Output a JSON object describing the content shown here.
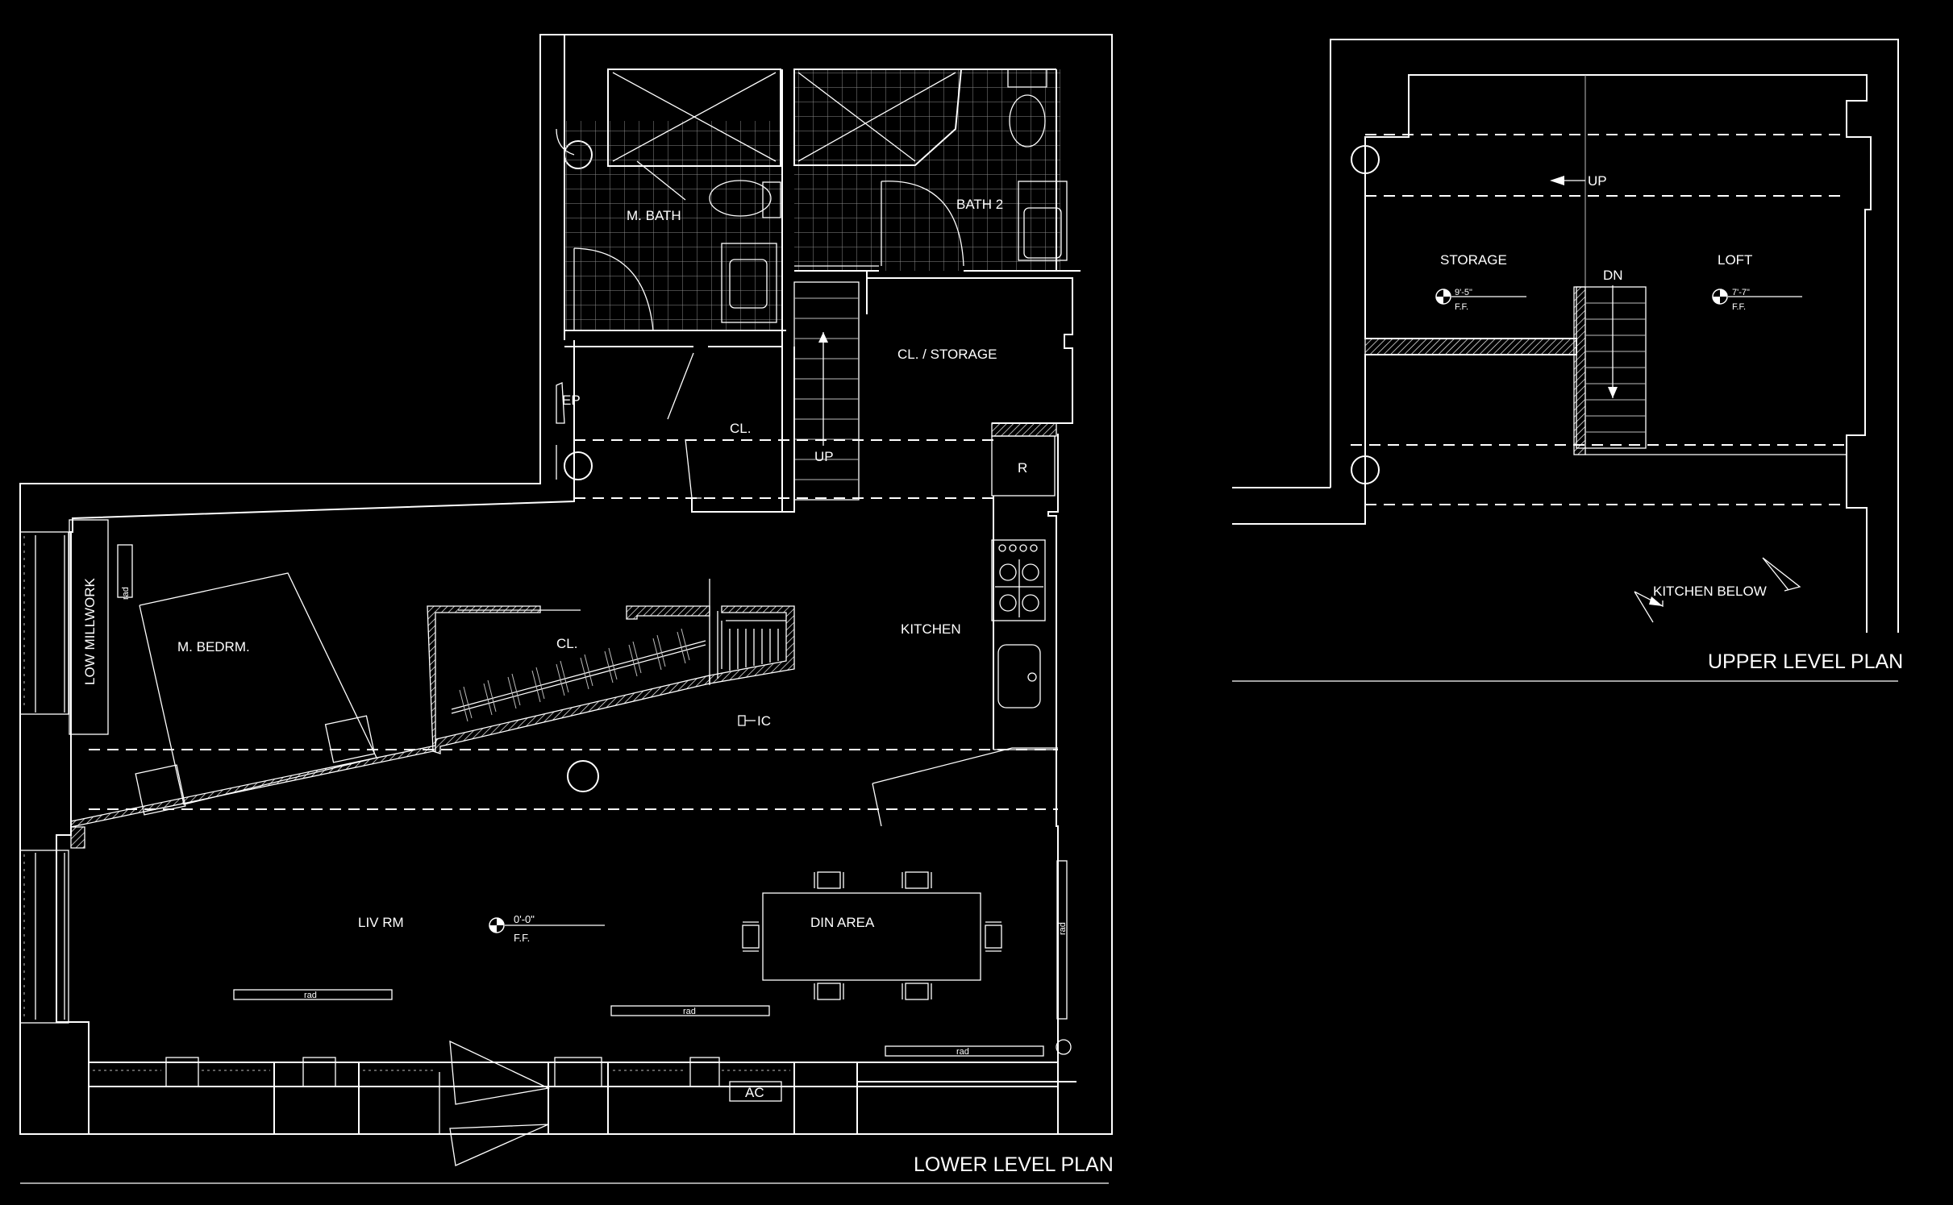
{
  "lower_level": {
    "title": "LOWER LEVEL PLAN",
    "rooms": {
      "m_bath": "M. BATH",
      "bath2": "BATH 2",
      "cl_storage": "CL. / STORAGE",
      "ep": "EP",
      "cl_upper": "CL.",
      "up": "UP",
      "r": "R",
      "kitchen": "KITCHEN",
      "low_millwork": "LOW MILLWORK",
      "m_bedrm": "M. BEDRM.",
      "cl_lower": "CL.",
      "ic": "IC",
      "liv_rm": "LIV RM",
      "din_area": "DIN AREA",
      "ac": "AC"
    },
    "rad": [
      "rad",
      "rad",
      "rad",
      "rad",
      "rad"
    ],
    "elevation": {
      "value": "0'-0\"",
      "ref": "F.F."
    }
  },
  "upper_level": {
    "title": "UPPER LEVEL PLAN",
    "rooms": {
      "up": "UP",
      "storage": "STORAGE",
      "dn": "DN",
      "loft": "LOFT",
      "kitchen_below": "KITCHEN BELOW"
    },
    "storage_elevation": {
      "value": "9'-5\"",
      "ref": "F.F."
    },
    "loft_elevation": {
      "value": "7'-7\"",
      "ref": "F.F."
    }
  },
  "colors": {
    "background": "#000000",
    "linework": "#ffffff"
  }
}
